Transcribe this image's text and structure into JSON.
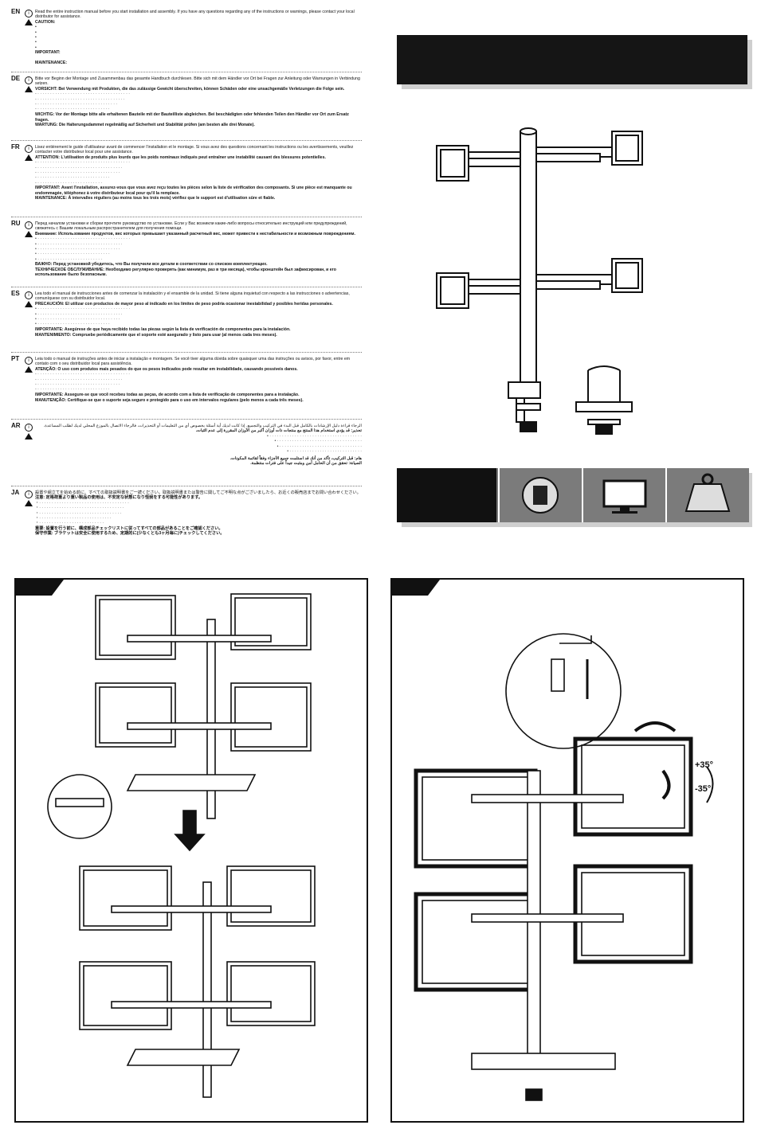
{
  "languages": [
    {
      "code": "EN",
      "intro": "Read the entire instruction manual before you start installation and assembly. If you have any questions regarding any of the instructions or warnings, please contact your local distributor for assistance.",
      "caution": "CAUTION:",
      "important": "IMPORTANT:",
      "maintenance": "MAINTENANCE:"
    },
    {
      "code": "DE",
      "intro": "Bitte vor Beginn der Montage und Zusammenbau das gesamte Handbuch durchlesen. Bitte sich mit dem Händler vor Ort bei Fragen zur Anleitung oder Warnungen in Verbindung setzen.",
      "caution": "VORSICHT: Bei Verwendung mit Produkten, die das zulässige Gewicht überschreiten, können Schäden oder eine unsachgemäße Verletzungen die Folge sein.",
      "important": "WICHTIG: Vor der Montage bitte alle erhaltenen Bauteile mit der Bauteilliste abgleichen. Bei beschädigten oder fehlenden Teilen den Händler vor Ort zum Ersatz fragen.",
      "maintenance": "WARTUNG: Die Halterungsdammet regelmäßig auf Sicherheit und Stabilität prüfen (am besten alle drei Monate)."
    },
    {
      "code": "FR",
      "intro": "Lisez entièrement le guide d'utilisateur avant de commencer l'installation et le montage. Si vous avez des questions concernant les instructions ou les avertissements, veuillez contacter votre distributeur local pour une assistance.",
      "caution": "ATTENTION: L'utilisation de produits plus lourds que les poids nominaux indiqués peut entraîner une instabilité causant des blessures potentielles.",
      "important": "IMPORTANT: Avant l'installation, assurez-vous que vous avez reçu toutes les pièces selon la liste de vérification des composants. Si une pièce est manquante ou endommagée, téléphonez à votre distributeur local pour qu'il la remplace.",
      "maintenance": "MAINTENANCE: À intervalles réguliers (au moins tous les trois mois) vérifiez que le support est d'utilisation sûre et fiable."
    },
    {
      "code": "RU",
      "intro": "Перед началом установки и сборки прочтите руководство по установке. Если у Вас возникли какие-либо вопросы относительно инструкций или предупреждений, свяжитесь с Вашим локальным распространителем для получения помощи.",
      "caution": "Внимание: Использование продуктов, вес которых превышает указанный расчетный вес, может привести к нестабильности и возможным повреждениям.",
      "important": "ВАЖНО: Перед установкой убедитесь, что Вы получили все детали в соответствии со списком комплектующих.",
      "maintenance": "ТЕХНИЧЕСКОЕ ОБСЛУЖИВАНИЕ: Необходимо регулярно проверять (как минимум, раз в три месяца), чтобы кронштейн был зафиксирован, и его использование было безопасным."
    },
    {
      "code": "ES",
      "intro": "Lea todo el manual de instrucciones antes de comenzar la instalación y el ensamble de la unidad. Si tiene alguna inquietud con respecto a las instrucciones o advertencias, comuníquese con su distribuidor local.",
      "caution": "PRECAUCIÓN: El utilizar con productos de mayor peso al indicado en los límites de peso podría ocasionar inestabilidad y posibles heridas personales.",
      "important": "IMPORTANTE: Asegúrese de que haya recibido todas las piezas según la lista de verificación de componentes para la instalación.",
      "maintenance": "MANTENIMIENTO: Compruebe periódicamente que el soporte esté asegurado y listo para usar (al menos cada tres meses)."
    },
    {
      "code": "PT",
      "intro": "Leia todo o manual de instruções antes de iniciar a instalação e montagem. Se você tiver alguma dúvida sobre quaisquer uma das instruções ou avisos, por favor, entre em contato com o seu distribuidor local para assistência.",
      "caution": "ATENÇÃO: O uso com produtos mais pesados do que os pesos indicados pode resultar em instabilidade, causando possíveis danos.",
      "important": "IMPORTANTE: Assegure-se que você recebeu todas as peças, de acordo com a lista de verificação de componentes para a instalação.",
      "maintenance": "MANUTENÇÃO: Certifique-se que o suporte seja seguro e protegido para o uso em intervalos regulares (pelo menos a cada três meses)."
    },
    {
      "code": "AR",
      "intro": "الرجاء قراءة دليل الإرشادات بالكامل قبل البدء في التركيب والتجميع. إذا كانت لديك أية أسئلة بخصوص أي من التعليمات أو التحذيرات، فالرجاء الاتصال بالموزع المحلي لديك لطلب المساعدة.",
      "caution": "تحذير: قد يؤدي استخدام هذا المنتج مع منتجات ذات أوزان أكبر من الأوزان المقررة إلى عدم الثبات.",
      "important": "هام: قبل التركيب، تأكد من أنك قد استلمت جميع الأجزاء وفقاً لقائمة المكونات.",
      "maintenance": "الصيانة: تحقق من أن الحامل آمن ومثبت جيداً على فترات منتظمة."
    },
    {
      "code": "JA",
      "intro": "設置や組立てを始める前に、すべての取扱説明書をご一読ください。取扱説明書または警告に関してご不明な点がございましたら、お近くの販売店までお問い合わせください。",
      "caution": "注意: 定格荷重より重い製品の使用は、不安定な状態になり怪我をする可能性があります。",
      "important": "重要: 設置を行う前に、構成部品チェックリストに従ってすべての部品があることをご確認ください。",
      "maintenance": "保守作業: ブラケットは安全に使用するため、定期的に(少なくとも3ヶ月毎に)チェックしてください。"
    }
  ],
  "colors": {
    "ink": "#111111",
    "gray_bar": "#7b7b7b",
    "shadow": "#cfcfcf"
  },
  "icons": [
    "clamp-icon",
    "monitor-icon",
    "weight-icon"
  ],
  "diagram_right": {
    "angle_up": "+35°",
    "angle_down": "-35°"
  }
}
